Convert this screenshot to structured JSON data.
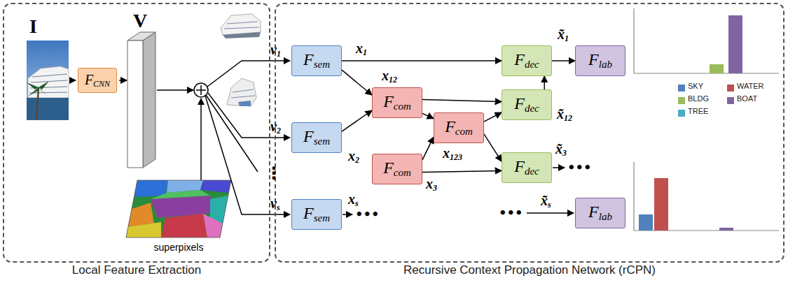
{
  "diagram": {
    "nodes": [
      {
        "text": [
          "Local Feature Extraction"
        ]
      },
      {
        "text": [
          "FCNN"
        ],
        "in": 0
      },
      {
        "text": [
          "Recursive Context Propagation Network (rCPN)"
        ]
      },
      {
        "text": [
          "Fsem"
        ],
        "in": 2
      },
      {
        "text": [
          "Fsem"
        ],
        "in": 2
      },
      {
        "text": [
          "Fsem"
        ],
        "in": 2
      },
      {
        "text": [
          "Fcom"
        ],
        "in": 2
      },
      {
        "text": [
          "Fcom"
        ],
        "in": 2
      },
      {
        "text": [
          "Fcom"
        ],
        "in": 2
      },
      {
        "text": [
          "Fdec"
        ],
        "in": 2
      },
      {
        "text": [
          "Fdec"
        ],
        "in": 2
      },
      {
        "text": [
          "Fdec"
        ],
        "in": 2
      },
      {
        "text": [
          "Flab"
        ],
        "in": 2
      },
      {
        "text": [
          "Flab"
        ],
        "in": 2
      }
    ],
    "edges": [
      {
        "from": 3,
        "to": 9,
        "arrow": "to"
      },
      {
        "from": 3,
        "to": 6,
        "arrow": "to"
      },
      {
        "from": 4,
        "to": 6,
        "arrow": "to"
      },
      {
        "from": 6,
        "to": 10,
        "arrow": "to"
      },
      {
        "from": 6,
        "to": 8,
        "arrow": "to"
      },
      {
        "from": 7,
        "to": 8,
        "arrow": "to"
      },
      {
        "from": 7,
        "to": 11,
        "arrow": "to"
      },
      {
        "from": 8,
        "to": 10,
        "arrow": "to"
      },
      {
        "from": 8,
        "to": 11,
        "arrow": "to"
      },
      {
        "from": 10,
        "to": 9,
        "arrow": "to"
      },
      {
        "from": 9,
        "to": 12,
        "arrow": "to"
      }
    ],
    "labels": [
      "I",
      "V",
      "superpixels",
      "v1",
      "v2",
      "⋮",
      "vs",
      "x1",
      "x12",
      "x2",
      "x3",
      "x123",
      "xs",
      "•••",
      "x̃1",
      "x̃12",
      "x̃3",
      "•••",
      "•••",
      "x̃s"
    ],
    "legend": [
      {
        "text": "SKY",
        "color": "#4f81bd"
      },
      {
        "text": "WATER",
        "color": "#c0504d"
      },
      {
        "text": "BLDG",
        "color": "#9bbb59"
      },
      {
        "text": "BOAT",
        "color": "#8064a2"
      },
      {
        "text": "TREE",
        "color": "#4bacc6"
      }
    ]
  }
}
